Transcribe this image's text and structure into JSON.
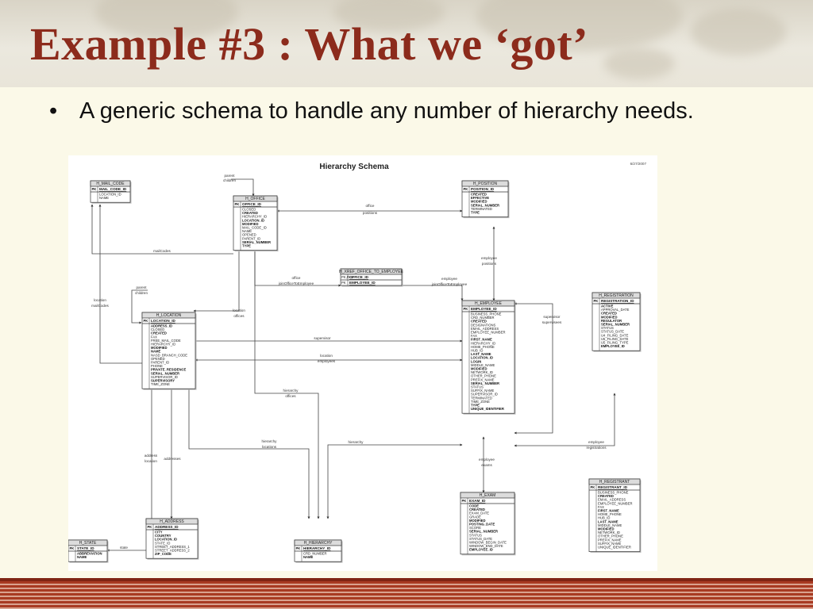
{
  "slide": {
    "title": "Example #3 : What we ‘got’",
    "bullet_marker": "•",
    "bullet": "A generic schema to handle any number of hierarchy needs."
  },
  "diagram": {
    "heading": "Hierarchy Schema",
    "date": "6/27/2007",
    "colors": {
      "header_fill": "#dcdcdc",
      "border": "#333333",
      "line": "#444444"
    },
    "entities": {
      "mail_code": {
        "title": "H_MAIL_CODE",
        "pk": "MAIL_CODE_ID",
        "attrs": [
          "LOCATION_ID",
          "NAME"
        ]
      },
      "office": {
        "title": "H_OFFICE",
        "pk": "OFFICE_ID",
        "attrs": [
          "CLOSED",
          "CREATED",
          "HIERARCHY_ID",
          "LOCATION_ID",
          "MODIFIED",
          "MAIL_CODE_ID",
          "NAME",
          "OPENED",
          "PARENT_ID",
          "SERIAL_NUMBER",
          "TYPE"
        ]
      },
      "position": {
        "title": "H_POSITION",
        "pk": "POSITION_ID",
        "attrs": [
          "CREATED",
          "EFFECTIVE",
          "MODIFIED",
          "SERIAL_NUMBER",
          "TERMINATED",
          "TYPE"
        ]
      },
      "xref": {
        "title": "H_XREF_OFFICE_TO_EMPLOYEE",
        "pk": "OFFICE_ID",
        "pk2": "EMPLOYEE_ID",
        "key_labels": [
          "PK,FK1",
          "PK"
        ]
      },
      "location": {
        "title": "H_LOCATION",
        "pk": "LOCATION_ID",
        "attrs": [
          "ADDRESS_ID",
          "CLOSED",
          "CREATED",
          "FAX",
          "FREE_MAIL_CODE",
          "HIERARCHY_ID",
          "MODIFIED",
          "NAME",
          "NASD_BRANCH_CODE",
          "OPENED",
          "PARENT_ID",
          "PHONE",
          "PRIVATE_RESIDENCE",
          "SERIAL_NUMBER",
          "SUPERVISOR_ID",
          "SUPERVISORY",
          "TIME_ZONE"
        ]
      },
      "employee": {
        "title": "H_EMPLOYEE",
        "pk": "EMPLOYEE_ID",
        "attrs": [
          "BUSINESS_PHONE",
          "CRD_NUMBER",
          "CREATED",
          "DESIGNATIONS",
          "EMAIL_ADDRESS",
          "EMPLOYEE_NUMBER",
          "FAX",
          "FIRST_NAME",
          "HIERARCHY_ID",
          "HOME_PHONE",
          "HUB_ID",
          "LAST_NAME",
          "LOCATION_ID",
          "LOGIN",
          "MIDDLE_NAME",
          "MODIFIED",
          "NETWORK_ID",
          "OTHER_PHONE",
          "PREFIX_NAME",
          "SERIAL_NUMBER",
          "STATUS",
          "SUFFIX_NAME",
          "SUPERVISOR_ID",
          "TERMINATED",
          "TIME_ZONE",
          "TYPE",
          "UNIQUE_IDENTIFIER"
        ]
      },
      "registration": {
        "title": "H_REGISTRATION",
        "pk": "REGISTRATION_ID",
        "attrs": [
          "ACTIVE",
          "APPROVAL_DATE",
          "CREATED",
          "MODIFIED",
          "REGULATOR",
          "SERIAL_NUMBER",
          "STATUS",
          "STATUS_DATE",
          "U4_FILING_DATE",
          "U5_FILING_DATE",
          "U5_FILING_TYPE",
          "EMPLOYEE_ID"
        ]
      },
      "address": {
        "title": "H_ADDRESS",
        "pk": "ADDRESS_ID",
        "attrs": [
          "CITY",
          "COUNTRY",
          "LOCATION_ID",
          "STATE_ID",
          "STREET_ADDRESS_1",
          "STREET_ADDRESS_2",
          "ZIP_CODE"
        ]
      },
      "state": {
        "title": "H_STATE",
        "pk": "STATE_ID",
        "attrs": [
          "ABBREVIATION",
          "NAME"
        ]
      },
      "hierarchy": {
        "title": "H_HIERARCHY",
        "pk": "HIERARCHY_ID",
        "attrs": [
          "CRD_NUMBER",
          "NAME"
        ]
      },
      "exam": {
        "title": "H_EXAM",
        "pk": "EXAM_ID",
        "attrs": [
          "CODE",
          "CREATED",
          "EXAM_DATE",
          "GRADE",
          "MODIFIED",
          "POSTING_DATE",
          "SCORE",
          "SERIAL_NUMBER",
          "STATUS",
          "STATUS_DATE",
          "WINDOW_BEGIN_DATE",
          "WINDOW_END_DATE",
          "EMPLOYEE_ID"
        ]
      },
      "registrant": {
        "title": "H_REGISTRANT",
        "pk": "REGISTRANT_ID",
        "attrs": [
          "BUSINESS_PHONE",
          "CREATED",
          "EMAIL_ADDRESS",
          "EMPLOYEE_NUMBER",
          "FAX",
          "FIRST_NAME",
          "HOME_PHONE",
          "HUB_ID",
          "LAST_NAME",
          "MIDDLE_NAME",
          "MODIFIED",
          "NETWORK_ID",
          "OTHER_PHONE",
          "PREFIX_NAME",
          "SUFFIX_NAME",
          "UNIQUE_IDENTIFIER"
        ]
      }
    },
    "pk_label": "PK",
    "relations": [
      [
        "parent",
        "children"
      ],
      [
        "mailCodes"
      ],
      [
        "office",
        "positions"
      ],
      [
        "employee",
        "positions"
      ],
      [
        "office",
        "joinOfficeToEmployee"
      ],
      [
        "employee",
        "joinOfficeToEmployee"
      ],
      [
        "parent",
        "children"
      ],
      [
        "location",
        "mailCodes"
      ],
      [
        "location",
        "offices"
      ],
      [
        "supervisor",
        "supervisees"
      ],
      [
        "supervisor"
      ],
      [
        "location",
        "employees"
      ],
      [
        "hierarchy",
        "offices"
      ],
      [
        "hierarchy",
        "locations"
      ],
      [
        "hierarchy"
      ],
      [
        "employee",
        "registrations"
      ],
      [
        "employee",
        "exams"
      ],
      [
        "address",
        "location"
      ],
      [
        "addresses"
      ],
      [
        "state"
      ]
    ]
  }
}
